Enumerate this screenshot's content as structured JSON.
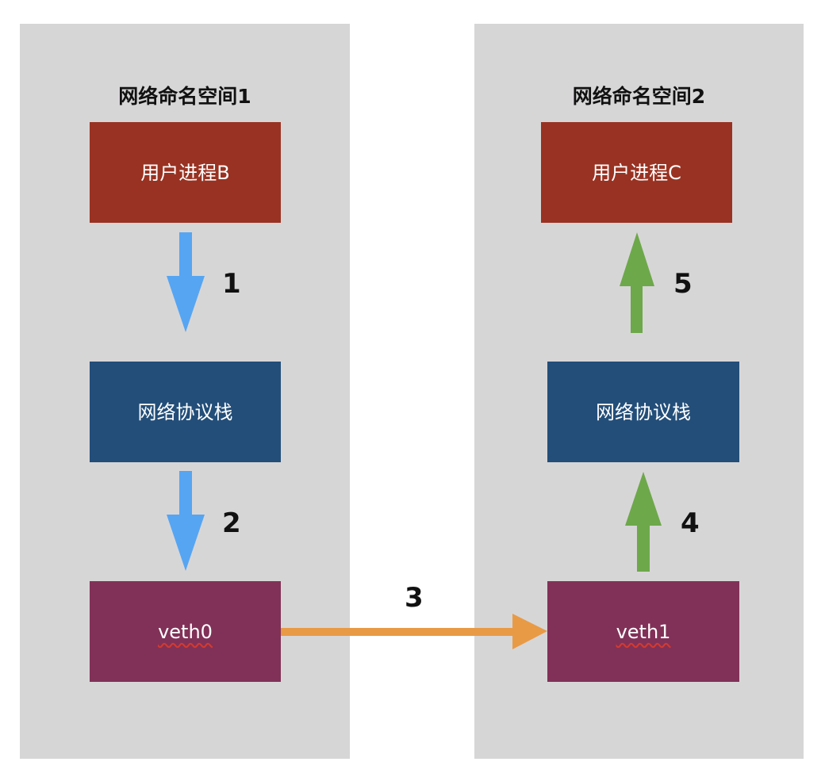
{
  "namespace1": {
    "title": "网络命名空间1",
    "process_label": "用户进程B",
    "stack_label": "网络协议栈",
    "veth_label": "veth0"
  },
  "namespace2": {
    "title": "网络命名空间2",
    "process_label": "用户进程C",
    "stack_label": "网络协议栈",
    "veth_label": "veth1"
  },
  "steps": [
    "1",
    "2",
    "3",
    "4",
    "5"
  ],
  "colors": {
    "panel": "#d7d6d7",
    "process": "#993222",
    "stack": "#234e79",
    "veth": "#813157",
    "down_arrow": "#56a5f2",
    "cross_arrow": "#e99a45",
    "up_arrow": "#6da84a"
  }
}
